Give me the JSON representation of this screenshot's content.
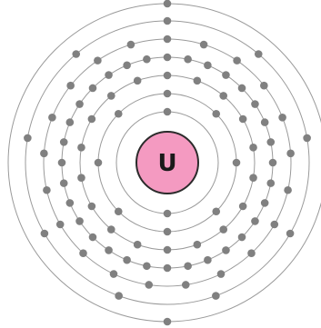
{
  "diagram": {
    "element_symbol": "U",
    "electrons_per_shell": [
      2,
      8,
      18,
      32,
      21,
      9,
      2
    ],
    "colors": {
      "nucleus_fill": "#f49ac1",
      "nucleus_stroke": "#2b2b2b",
      "shell_stroke": "#9a9a9a",
      "electron_fill": "#808080",
      "symbol_text": "#1a1a1a"
    }
  }
}
